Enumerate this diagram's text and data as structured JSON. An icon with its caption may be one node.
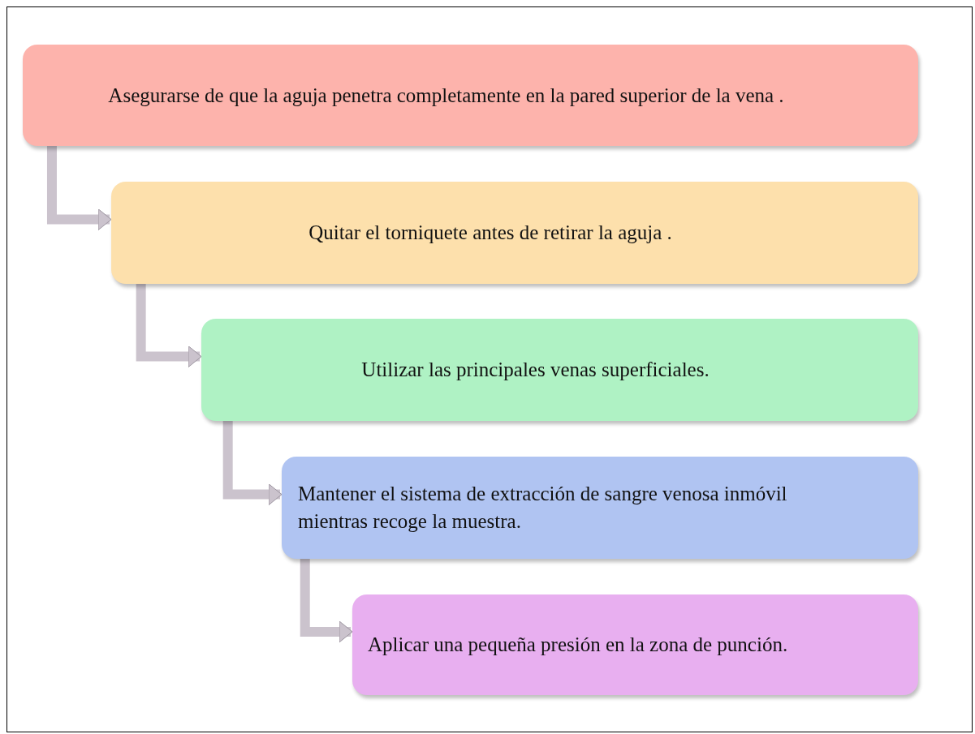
{
  "diagram": {
    "nodes": [
      {
        "text": [
          "Asegurarse de que la aguja penetra completamente en la pared superior de la vena ."
        ]
      },
      {
        "text": [
          "Quitar el torniquete antes de retirar la aguja ."
        ]
      },
      {
        "text": [
          "Utilizar las principales venas superficiales."
        ]
      },
      {
        "text": [
          "Mantener el sistema de extracción de sangre venosa inmóvil mientras recoge la muestra."
        ]
      },
      {
        "text": [
          "Aplicar una pequeña presión en la zona de punción."
        ]
      }
    ],
    "edges": [
      {
        "from": 0,
        "to": 1,
        "arrow": "to"
      },
      {
        "from": 1,
        "to": 2,
        "arrow": "to"
      },
      {
        "from": 2,
        "to": 3,
        "arrow": "to"
      },
      {
        "from": 3,
        "to": 4,
        "arrow": "to"
      }
    ]
  }
}
